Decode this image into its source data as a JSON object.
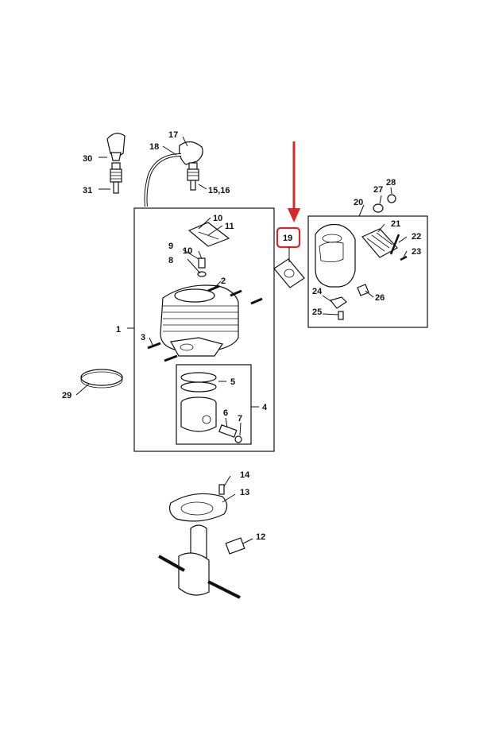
{
  "labels": {
    "l1": "1",
    "l2": "2",
    "l3": "3",
    "l4": "4",
    "l5": "5",
    "l6": "6",
    "l7": "7",
    "l8": "8",
    "l9": "9",
    "l10a": "10",
    "l10b": "10",
    "l11": "11",
    "l12": "12",
    "l13": "13",
    "l14": "14",
    "l15_16": "15,16",
    "l17": "17",
    "l18": "18",
    "l19": "19",
    "l20": "20",
    "l21": "21",
    "l22": "22",
    "l23": "23",
    "l24": "24",
    "l25": "25",
    "l26": "26",
    "l27": "27",
    "l28": "28",
    "l29": "29",
    "l30": "30",
    "l31": "31"
  },
  "colors": {
    "highlight": "#d42a2a",
    "ink": "#111111"
  },
  "highlighted_part": "19"
}
